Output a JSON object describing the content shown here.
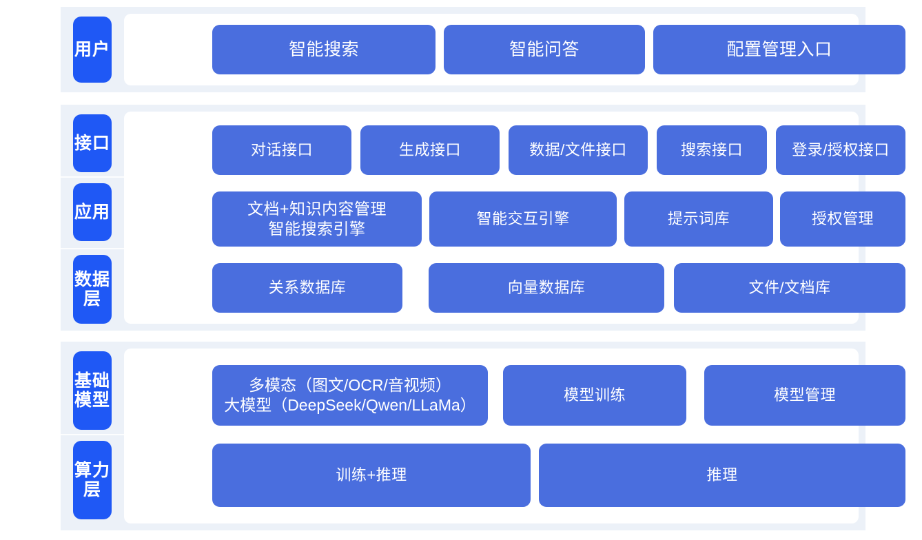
{
  "diagram": {
    "colors": {
      "band_bg": "#ecf1f8",
      "card_bg": "#ffffff",
      "box_blue": "#4a6ede",
      "label_blue": "#1f58f5",
      "page_bg": "#ffffff"
    },
    "sections": [
      {
        "key": "user",
        "labels": [
          "用户"
        ],
        "rows": [
          {
            "key": "user-row",
            "boxes": [
              {
                "text": "智能搜索"
              },
              {
                "text": "智能问答"
              },
              {
                "text": "配置管理入口"
              }
            ]
          }
        ]
      },
      {
        "key": "middle",
        "labels": [
          "接口",
          "应用",
          "数据层"
        ],
        "rows": [
          {
            "key": "interface-row",
            "boxes": [
              {
                "text": "对话接口"
              },
              {
                "text": "生成接口"
              },
              {
                "text": "数据/文件接口"
              },
              {
                "text": "搜索接口"
              },
              {
                "text": "登录/授权接口"
              }
            ]
          },
          {
            "key": "application-row",
            "boxes": [
              {
                "text": "文档+知识内容管理\n智能搜索引擎"
              },
              {
                "text": "智能交互引擎"
              },
              {
                "text": "提示词库"
              },
              {
                "text": "授权管理"
              }
            ]
          },
          {
            "key": "data-row",
            "boxes": [
              {
                "text": "关系数据库"
              },
              {
                "text": "向量数据库"
              },
              {
                "text": "文件/文档库"
              }
            ]
          }
        ]
      },
      {
        "key": "infrastructure",
        "labels": [
          "基础模型",
          "算力层"
        ],
        "rows": [
          {
            "key": "model-row",
            "boxes": [
              {
                "text": "多模态（图文/OCR/音视频）\n大模型（DeepSeek/Qwen/LLaMa）"
              },
              {
                "text": "模型训练"
              },
              {
                "text": "模型管理"
              }
            ]
          },
          {
            "key": "compute-row",
            "boxes": [
              {
                "text": "训练+推理"
              },
              {
                "text": "推理"
              }
            ]
          }
        ]
      }
    ]
  }
}
